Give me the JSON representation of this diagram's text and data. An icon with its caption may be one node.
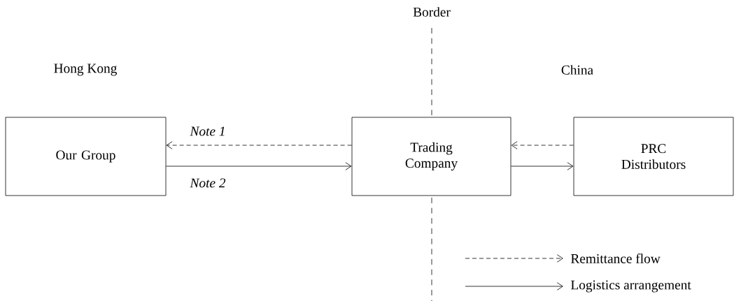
{
  "diagram": {
    "nodes": [
      {
        "text": [
          "Our Group"
        ]
      },
      {
        "text": [
          "Trading Company"
        ]
      },
      {
        "text": [
          "PRC Distributors"
        ]
      }
    ],
    "edges": [
      {
        "from": 1,
        "to": 0,
        "arrow": "to",
        "style": "dashed",
        "label": "Note 1"
      },
      {
        "from": 0,
        "to": 1,
        "arrow": "to",
        "label": "Note 2"
      },
      {
        "from": 2,
        "to": 1,
        "arrow": "to",
        "style": "dashed"
      },
      {
        "from": 1,
        "to": 2,
        "arrow": "to"
      }
    ],
    "labels": [
      "Border",
      "Hong Kong",
      "China"
    ],
    "legend": [
      {
        "text": "Remittance flow"
      },
      {
        "text": "Logistics arrangement"
      }
    ]
  }
}
